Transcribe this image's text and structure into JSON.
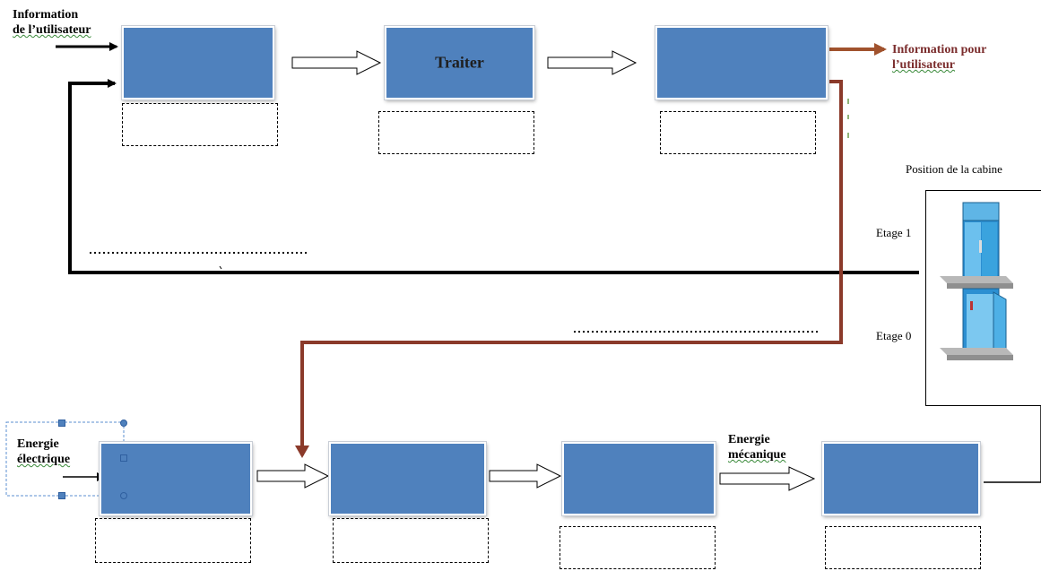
{
  "title": "",
  "labels": {
    "user_info_in_line1": "Information",
    "user_info_in_line2": "de l’utilisateur",
    "user_info_out_line1": "Information pour",
    "user_info_out_line2": "l’utilisateur",
    "process_box_text": "Traiter",
    "cabin_position": "Position de la cabine",
    "floor_1": "Etage 1",
    "floor_0": "Etage 0",
    "electric_energy_line1": "Energie",
    "electric_energy_line2": "électrique",
    "mechanical_energy_line1": "Energie",
    "mechanical_energy_line2": "mécanique"
  },
  "colors": {
    "box_fill": "#4f81bd",
    "feedback_arrow": "#000000",
    "order_arrow": "#8b3a2a",
    "output_arrow": "#a0522d"
  },
  "icons": [
    "elevator-icon",
    "hollow-arrow-icon",
    "arrow-icon"
  ]
}
